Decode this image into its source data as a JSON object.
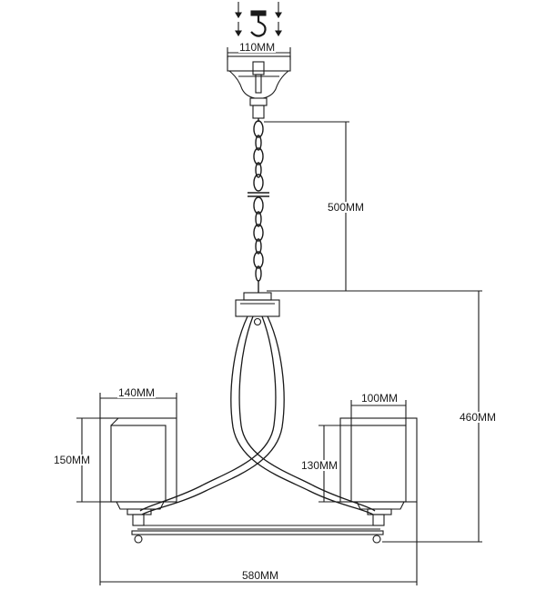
{
  "dimensions": {
    "canopy_width": "110MM",
    "chain_length": "500MM",
    "body_height": "460MM",
    "left_shade_width": "140MM",
    "left_shade_height": "150MM",
    "right_shade_width": "100MM",
    "right_shade_height": "130MM",
    "overall_width": "580MM"
  },
  "colors": {
    "line": "#1a1a1a",
    "background": "#ffffff"
  }
}
